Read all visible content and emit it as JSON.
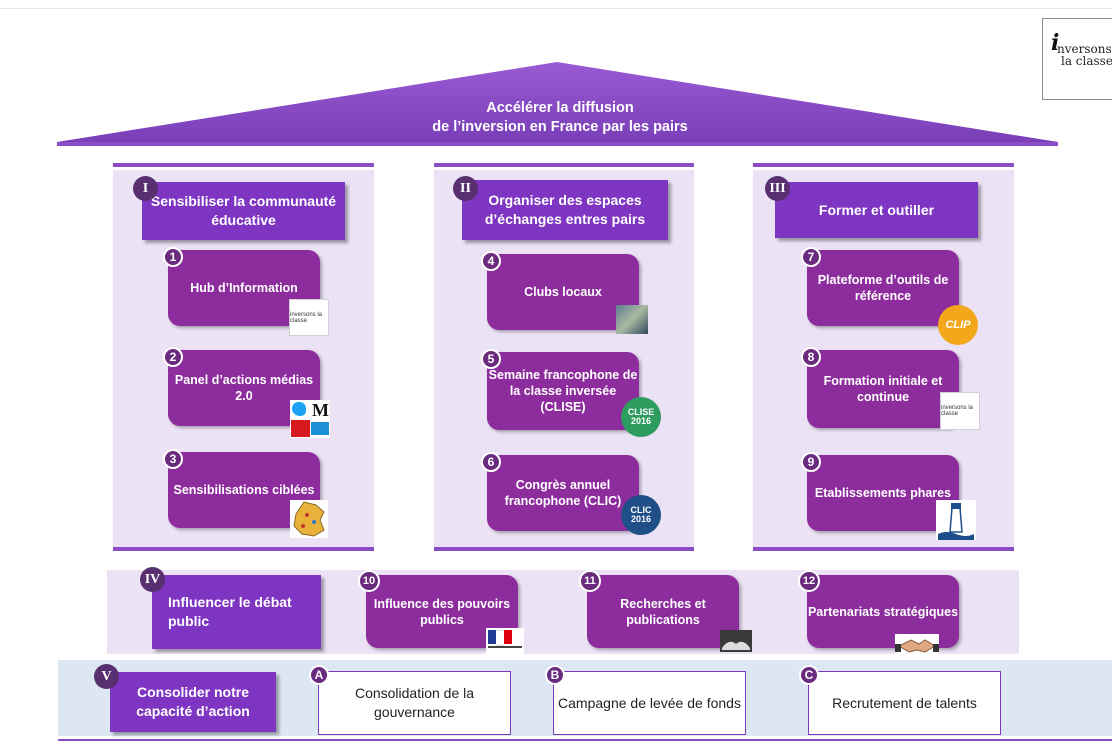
{
  "header": {
    "title_line1": "Accélérer la diffusion",
    "title_line2": "de l’inversion en France par les pairs"
  },
  "logo": {
    "line1": "nversons",
    "line2": "la classe",
    "mark": "i",
    "bang": "!"
  },
  "pillars": [
    {
      "numeral": "I",
      "title": "Sensibiliser la communauté éducative",
      "items": [
        {
          "num": "1",
          "label": "Hub d’Information",
          "icon": "inversons-la-classe-logo-icon",
          "thumb": "inversons la classe"
        },
        {
          "num": "2",
          "label": "Panel d’actions médias 2.0",
          "icon": "media-logos-icon",
          "thumb": ""
        },
        {
          "num": "3",
          "label": "Sensibilisations ciblées",
          "icon": "france-map-icon",
          "thumb": ""
        }
      ]
    },
    {
      "numeral": "II",
      "title": "Organiser des espaces d’échanges entres pairs",
      "items": [
        {
          "num": "4",
          "label": "Clubs locaux",
          "icon": "meeting-photo-icon",
          "thumb": ""
        },
        {
          "num": "5",
          "label": "Semaine francophone de la classe inversée (CLISE)",
          "icon": "clise-badge-icon",
          "thumb": "CLISE 2016"
        },
        {
          "num": "6",
          "label": "Congrès annuel francophone (CLIC)",
          "icon": "clic-badge-icon",
          "thumb": "CLIC 2016"
        }
      ]
    },
    {
      "numeral": "III",
      "title": "Former et outiller",
      "items": [
        {
          "num": "7",
          "label": "Plateforme d’outils de référence",
          "icon": "clip-badge-icon",
          "thumb": "CLIP"
        },
        {
          "num": "8",
          "label": "Formation initiale et continue",
          "icon": "inversons-la-classe-logo-icon",
          "thumb": "inversons la classe"
        },
        {
          "num": "9",
          "label": "Etablissements phares",
          "icon": "lighthouse-icon",
          "thumb": ""
        }
      ]
    }
  ],
  "pillar4": {
    "numeral": "IV",
    "title": "Influencer le débat public",
    "items": [
      {
        "num": "10",
        "label": "Influence des pouvoirs publics",
        "icon": "republique-francaise-icon"
      },
      {
        "num": "11",
        "label": "Recherches et publications",
        "icon": "open-book-icon"
      },
      {
        "num": "12",
        "label": "Partenariats stratégiques",
        "icon": "handshake-icon"
      }
    ]
  },
  "pillar5": {
    "numeral": "V",
    "title": "Consolider notre capacité d’action",
    "items": [
      {
        "letter": "A",
        "label": "Consolidation de la gouvernance"
      },
      {
        "letter": "B",
        "label": "Campagne de levée de fonds"
      },
      {
        "letter": "C",
        "label": "Recrutement de talents"
      }
    ]
  },
  "colors": {
    "roof": "#8b4cc6",
    "pillar_head": "#7e35c1",
    "card": "#8d2d9d",
    "column_bg": "#ece2f6",
    "band5_bg": "#dde6f3"
  }
}
